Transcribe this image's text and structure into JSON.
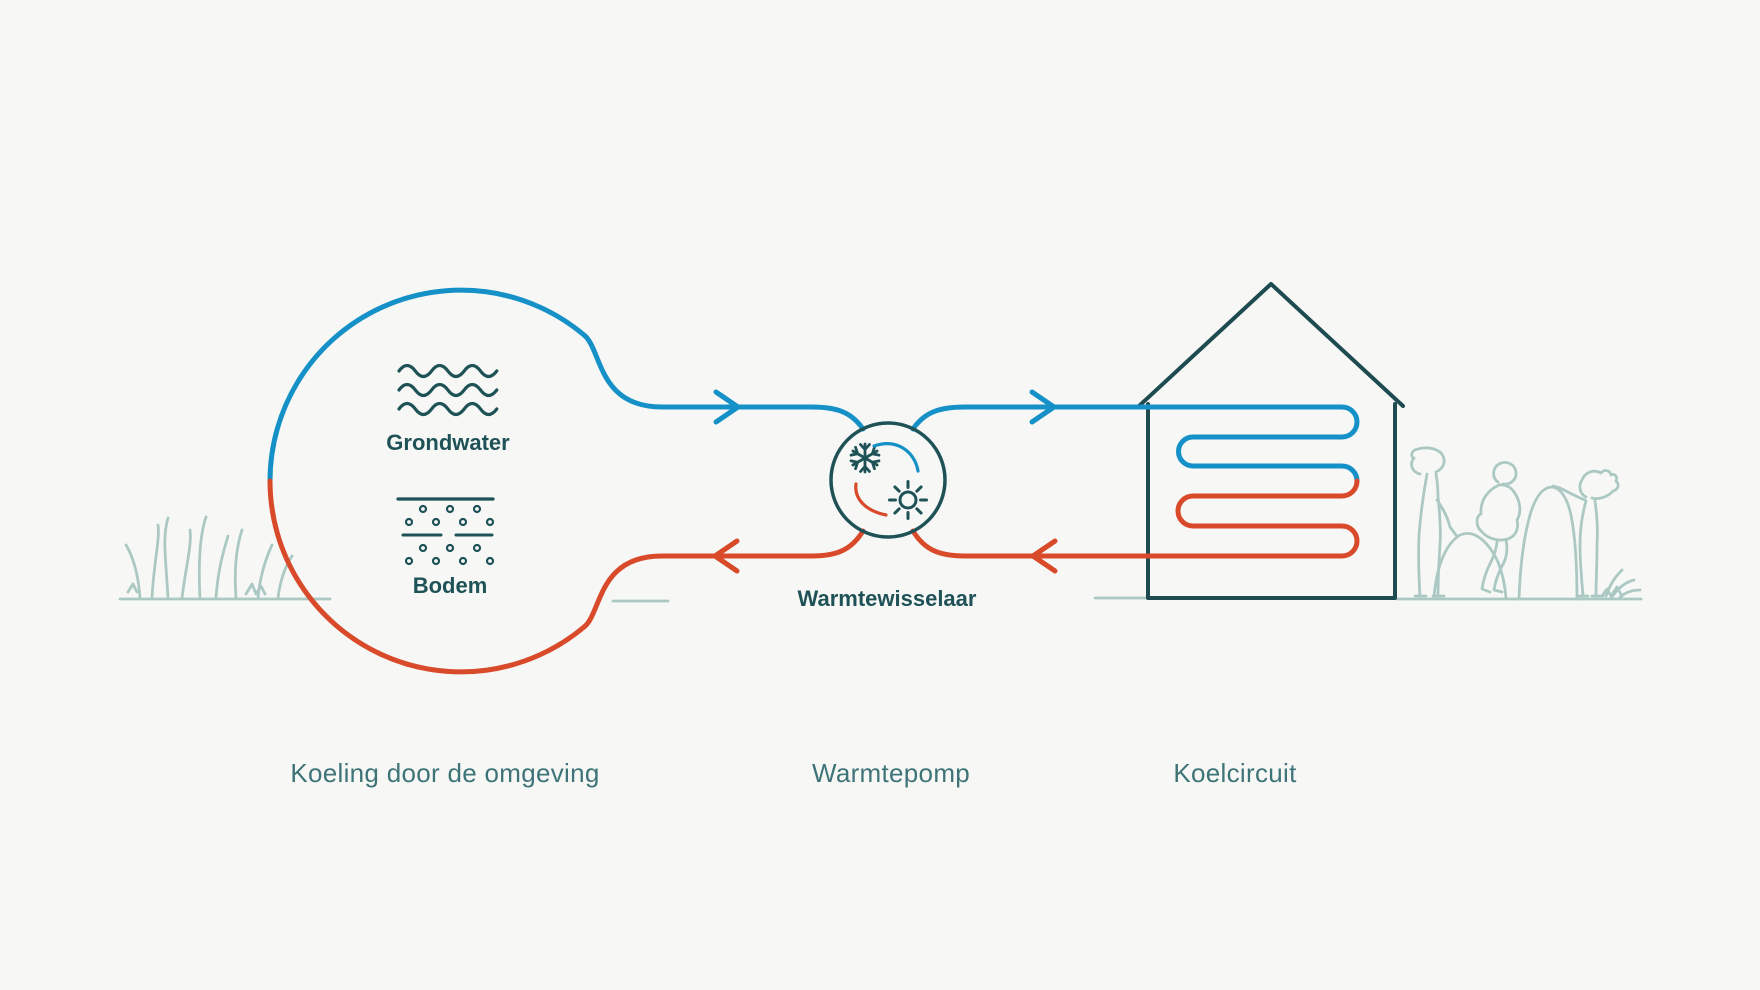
{
  "diagram": {
    "source_circle": {
      "groundwater_label": "Grondwater",
      "soil_label": "Bodem",
      "caption": "Koeling door de omgeving"
    },
    "heat_exchanger": {
      "label": "Warmtewisselaar",
      "caption": "Warmtepomp"
    },
    "cooling_circuit": {
      "caption": "Koelcircuit"
    },
    "icons": {
      "groundwater": "water-waves-icon",
      "soil": "soil-dots-icon",
      "cold_side": "snowflake-icon",
      "warm_side": "sun-icon",
      "exchange": "cycle-arrows-icon"
    },
    "colors": {
      "cold_line": "#1691c8",
      "warm_line": "#d84a29",
      "outline_teal": "#1e5257",
      "house_outline": "#1d4b50",
      "decorative_teal": "#abc9c2",
      "caption_text": "#3e7478",
      "background": "#f7f8f6"
    }
  }
}
